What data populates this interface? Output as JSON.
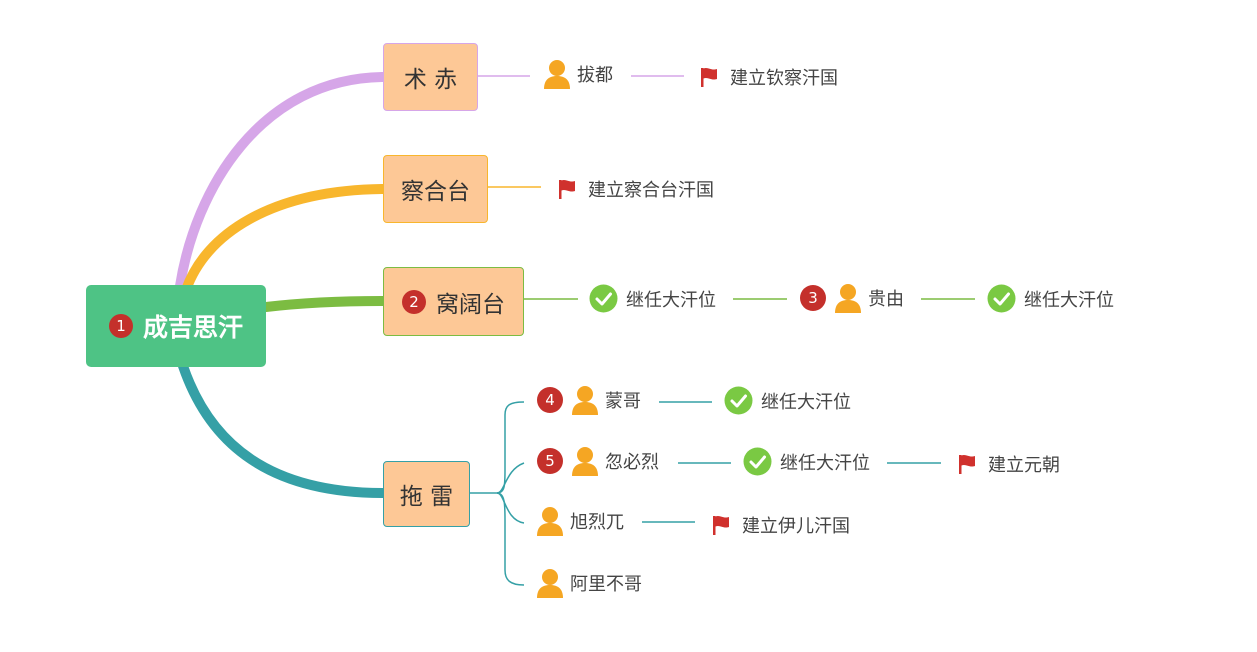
{
  "root": {
    "badge": "1",
    "label": "成吉思汗"
  },
  "colors": {
    "jochi": "#d6a6e8",
    "chagatai": "#f8b62d",
    "ogedei": "#7cbc42",
    "tolui": "#35a0a6",
    "root_bg": "#4ec385",
    "node_bg": "#fdc896",
    "badge": "#c4302b",
    "person": "#f5a623",
    "flag": "#d0312d",
    "check": "#7ac943"
  },
  "branches": {
    "jochi": {
      "label": "术 赤"
    },
    "chagatai": {
      "label": "察合台"
    },
    "ogedei": {
      "badge": "2",
      "label": "窝阔台"
    },
    "tolui": {
      "label": "拖 雷"
    }
  },
  "items": {
    "jochi_1": {
      "icon": "person-icon",
      "text": "拔都"
    },
    "jochi_2": {
      "icon": "flag-icon",
      "text": "建立钦察汗国"
    },
    "chagatai_1": {
      "icon": "flag-icon",
      "text": "建立察合台汗国"
    },
    "ogedei_1": {
      "icon": "check-icon",
      "text": "继任大汗位"
    },
    "ogedei_2": {
      "badge": "3",
      "icon": "person-icon",
      "text": "贵由"
    },
    "ogedei_3": {
      "icon": "check-icon",
      "text": "继任大汗位"
    },
    "tolui_a1": {
      "badge": "4",
      "icon": "person-icon",
      "text": "蒙哥"
    },
    "tolui_a2": {
      "icon": "check-icon",
      "text": "继任大汗位"
    },
    "tolui_b1": {
      "badge": "5",
      "icon": "person-icon",
      "text": "忽必烈"
    },
    "tolui_b2": {
      "icon": "check-icon",
      "text": "继任大汗位"
    },
    "tolui_b3": {
      "icon": "flag-icon",
      "text": "建立元朝"
    },
    "tolui_c1": {
      "icon": "person-icon",
      "text": "旭烈兀"
    },
    "tolui_c2": {
      "icon": "flag-icon",
      "text": "建立伊儿汗国"
    },
    "tolui_d1": {
      "icon": "person-icon",
      "text": "阿里不哥"
    }
  }
}
